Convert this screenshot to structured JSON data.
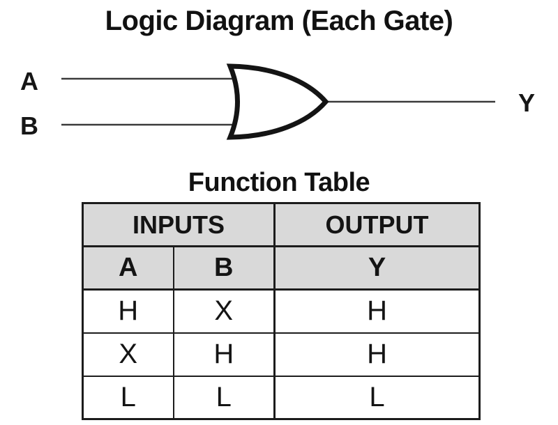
{
  "diagram": {
    "title": "Logic Diagram (Each Gate)",
    "gate_type": "or-gate",
    "input_a_label": "A",
    "input_b_label": "B",
    "output_label": "Y"
  },
  "function_table": {
    "title": "Function Table",
    "group_headers": [
      {
        "label": "INPUTS",
        "span": 2
      },
      {
        "label": "OUTPUT",
        "span": 1
      }
    ],
    "column_headers": [
      "A",
      "B",
      "Y"
    ],
    "rows": [
      [
        "H",
        "X",
        "H"
      ],
      [
        "X",
        "H",
        "H"
      ],
      [
        "L",
        "L",
        "L"
      ]
    ]
  },
  "colors": {
    "background": "#ffffff",
    "header_bg": "#d9d9d9",
    "table_border": "#1c1c1c",
    "gate_stroke": "#141414",
    "wire_stroke": "#3a3a3a",
    "text": "#111111"
  }
}
